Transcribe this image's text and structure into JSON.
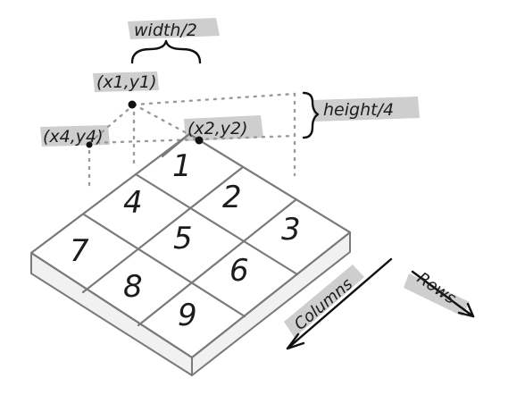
{
  "labels": {
    "width": "width/2",
    "height": "height/4",
    "p1": "(x1,y1)",
    "p2": "(x2,y2)",
    "p4": "(x4,y4)",
    "columns": "Columns",
    "rows": "Rows"
  },
  "tiles": [
    "1",
    "2",
    "3",
    "4",
    "5",
    "6",
    "7",
    "8",
    "9"
  ]
}
